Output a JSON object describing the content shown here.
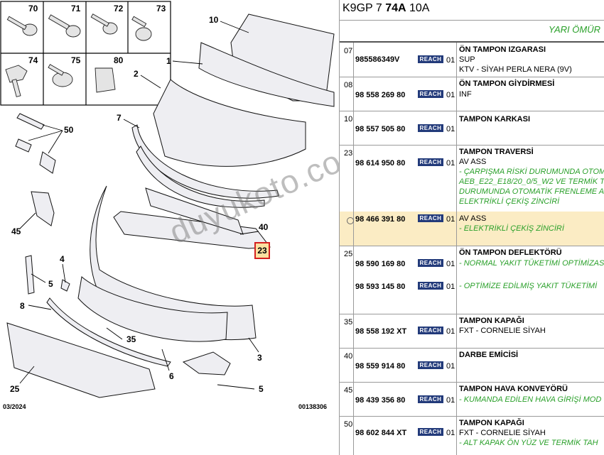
{
  "diagram": {
    "callouts": [
      "70",
      "71",
      "72",
      "73",
      "74",
      "75",
      "80",
      "10",
      "1",
      "2",
      "7",
      "50",
      "45",
      "4",
      "5",
      "8",
      "35",
      "6",
      "25",
      "5",
      "40",
      "3"
    ],
    "highlight": "23",
    "footer_left": "03/2024",
    "footer_right": "00138306",
    "watermark": "duyukoto.com"
  },
  "header": {
    "code_prefix": "K9GP 7 ",
    "code_bold": "74A",
    "code_suffix": " 10A"
  },
  "life_label": "YARI ÖMÜR",
  "rows": [
    {
      "item": "07",
      "name": "ÖN TAMPON IZGARASI",
      "pn": "985586349V",
      "reach": "REACH",
      "qty": "01",
      "lines": [
        "SUP",
        "KTV - SİYAH PERLA NERA (9V)"
      ],
      "green": []
    },
    {
      "item": "08",
      "name": "ÖN TAMPON GİYDİRMESİ",
      "pn": "98 558 269 80",
      "reach": "REACH",
      "qty": "01",
      "lines": [
        "INF"
      ],
      "green": []
    },
    {
      "item": "10",
      "name": "TAMPON KARKASI",
      "pn": "98 557 505 80",
      "reach": "REACH",
      "qty": "01",
      "lines": [],
      "green": []
    },
    {
      "item": "23",
      "name": "TAMPON TRAVERSİ",
      "pn": "98 614 950 80",
      "reach": "REACH",
      "qty": "01",
      "lines": [
        "AV ASS"
      ],
      "green": [
        "- ÇARPIŞMA RİSKİ DURUMUNDA OTOM",
        "AEB_E22_E18/20_0/5_W2 VE TERMİK T",
        "DURUMUNDA OTOMATİK FRENLEME AK",
        "ELEKTRİKLİ ÇEKİŞ ZİNCİRİ"
      ]
    },
    {
      "item": "",
      "name": "",
      "pn": "98 466 391 80",
      "reach": "REACH",
      "qty": "01",
      "lines": [
        "AV ASS"
      ],
      "green": [
        "- ELEKTRİKLİ ÇEKİŞ ZİNCİRİ"
      ]
    },
    {
      "item": "25",
      "name": "ÖN TAMPON DEFLEKTÖRÜ",
      "pn": "98 590 169 80",
      "reach": "REACH",
      "qty": "01",
      "lines": [],
      "green": [
        "- NORMAL YAKIT TÜKETİMİ OPTİMİZAS"
      ],
      "pn2": "98 593 145 80",
      "reach2": "REACH",
      "qty2": "01",
      "green2": "- OPTİMİZE EDİLMİŞ YAKIT TÜKETİMİ"
    },
    {
      "item": "35",
      "name": "TAMPON KAPAĞI",
      "pn": "98 558 192 XT",
      "reach": "REACH",
      "qty": "01",
      "lines": [
        "FXT - CORNELIE SİYAH"
      ],
      "green": []
    },
    {
      "item": "40",
      "name": "DARBE EMİCİSİ",
      "pn": "98 559 914 80",
      "reach": "REACH",
      "qty": "01",
      "lines": [],
      "green": []
    },
    {
      "item": "45",
      "name": "TAMPON HAVA KONVEYÖRÜ",
      "pn": "98 439 356 80",
      "reach": "REACH",
      "qty": "01",
      "lines": [],
      "green": [
        "- KUMANDA EDİLEN HAVA GİRİŞİ MOD"
      ]
    },
    {
      "item": "50",
      "name": "TAMPON KAPAĞI",
      "pn": "98 602 844 XT",
      "reach": "REACH",
      "qty": "01",
      "lines": [
        "FXT - CORNELIE SİYAH"
      ],
      "green": [
        "- ALT KAPAK ÖN YÜZ VE TERMİK TAH"
      ]
    }
  ]
}
